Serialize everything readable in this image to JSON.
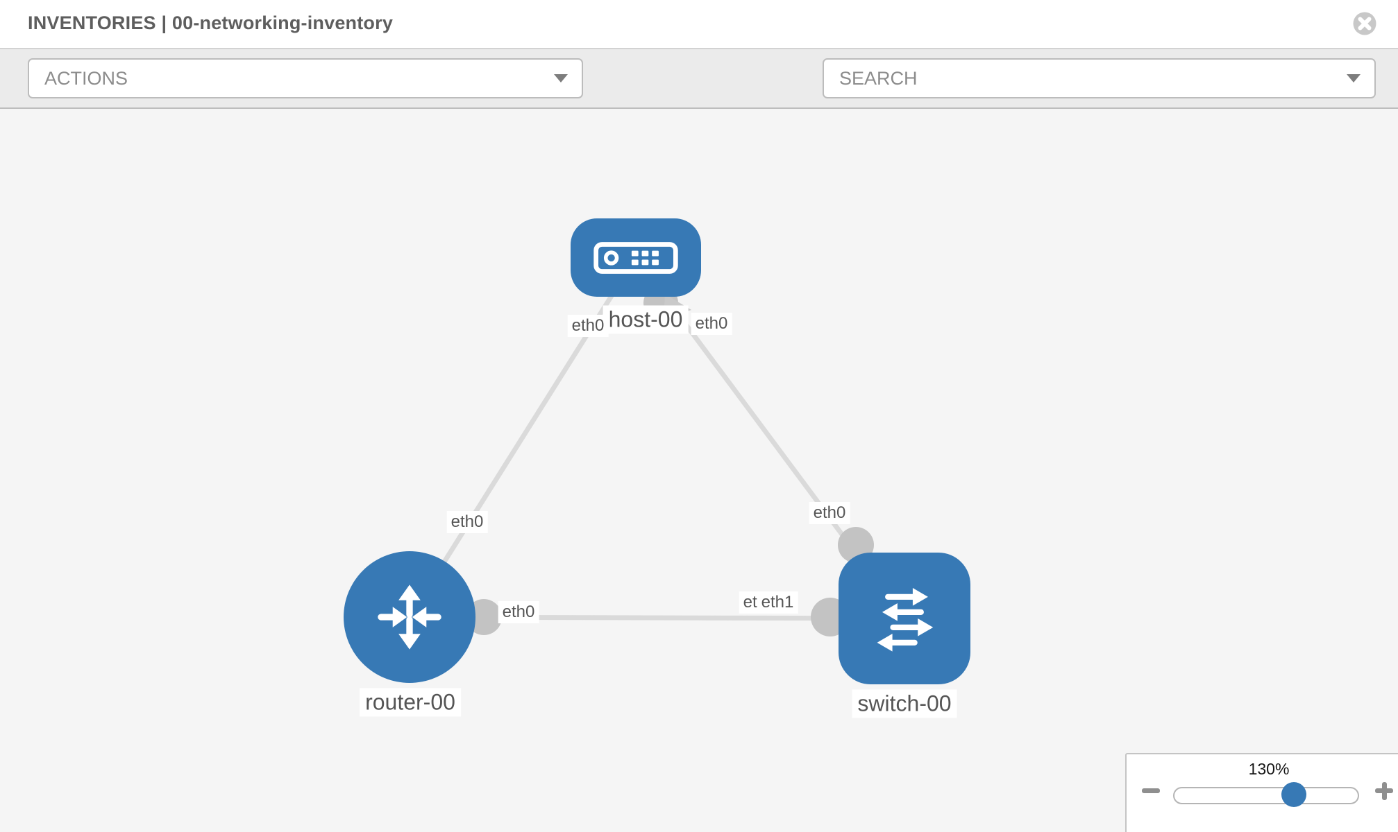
{
  "header": {
    "title": "INVENTORIES | 00-networking-inventory",
    "close_icon": "circle-x"
  },
  "toolbar": {
    "actions_label": "ACTIONS",
    "search_label": "SEARCH",
    "icons": [
      "wrench-icon",
      "key-icon",
      "chevron-down-icon"
    ]
  },
  "diagram": {
    "nodes": [
      {
        "id": "host-00",
        "type": "host",
        "label": "host-00",
        "icon": "server-icon"
      },
      {
        "id": "router-00",
        "type": "router",
        "label": "router-00",
        "icon": "router-arrows-icon"
      },
      {
        "id": "switch-00",
        "type": "switch",
        "label": "switch-00",
        "icon": "switch-arrows-icon"
      }
    ],
    "links": [
      {
        "source": "host-00",
        "target": "router-00",
        "source_iface": "eth0",
        "target_iface": "eth0"
      },
      {
        "source": "host-00",
        "target": "switch-00",
        "source_iface": "eth0",
        "target_iface": "eth0"
      },
      {
        "source": "router-00",
        "target": "switch-00",
        "source_iface": "eth0",
        "target_iface": "eth1"
      }
    ],
    "iface_labels": {
      "host_left": "eth0",
      "host_right": "eth0",
      "router_host_mid": "eth0",
      "host_switch_mid": "eth0",
      "router_side": "eth0",
      "switch_side_under": "eth0",
      "switch_side_over": "eth1"
    }
  },
  "zoom_control": {
    "value": "130%",
    "percent": 130,
    "minus_icon": "minus-icon",
    "plus_icon": "plus-icon"
  },
  "colors": {
    "node_blue": "#3779b5",
    "link_gray": "#dadada",
    "port_gray": "#c3c3c3",
    "canvas_bg": "#f5f5f5",
    "toolbar_bg": "#ebebeb",
    "header_bg": "#ffffff",
    "label_text": "#555555",
    "title_text": "#5e5e5e",
    "icon_gray": "#7b8086"
  }
}
